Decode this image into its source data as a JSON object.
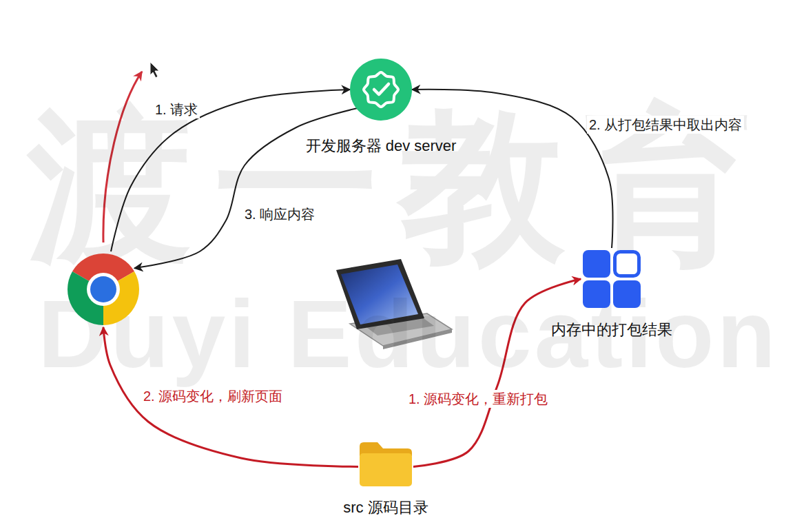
{
  "diagram": {
    "nodes": [
      {
        "text": [
          "开发服务器 dev server"
        ]
      },
      {
        "text": []
      },
      {
        "text": [
          "内存中的打包结果"
        ]
      },
      {
        "text": [
          "src 源码目录"
        ]
      }
    ],
    "edges": [
      {
        "from": 1,
        "to": 0,
        "label": "1. 请求",
        "arrow": "to"
      },
      {
        "from": 0,
        "to": 1,
        "label": "3. 响应内容",
        "arrow": "to"
      },
      {
        "from": 2,
        "to": 0,
        "label": "2. 从打包结果中取出内容",
        "arrow": "to"
      },
      {
        "from": 3,
        "to": 2,
        "label": "1. 源码变化，重新打包",
        "arrow": "to"
      },
      {
        "from": 3,
        "to": 1,
        "label": "2. 源码变化，刷新页面",
        "arrow": "to"
      }
    ],
    "labels": [
      "渡一教育",
      "Duyi Education"
    ]
  }
}
